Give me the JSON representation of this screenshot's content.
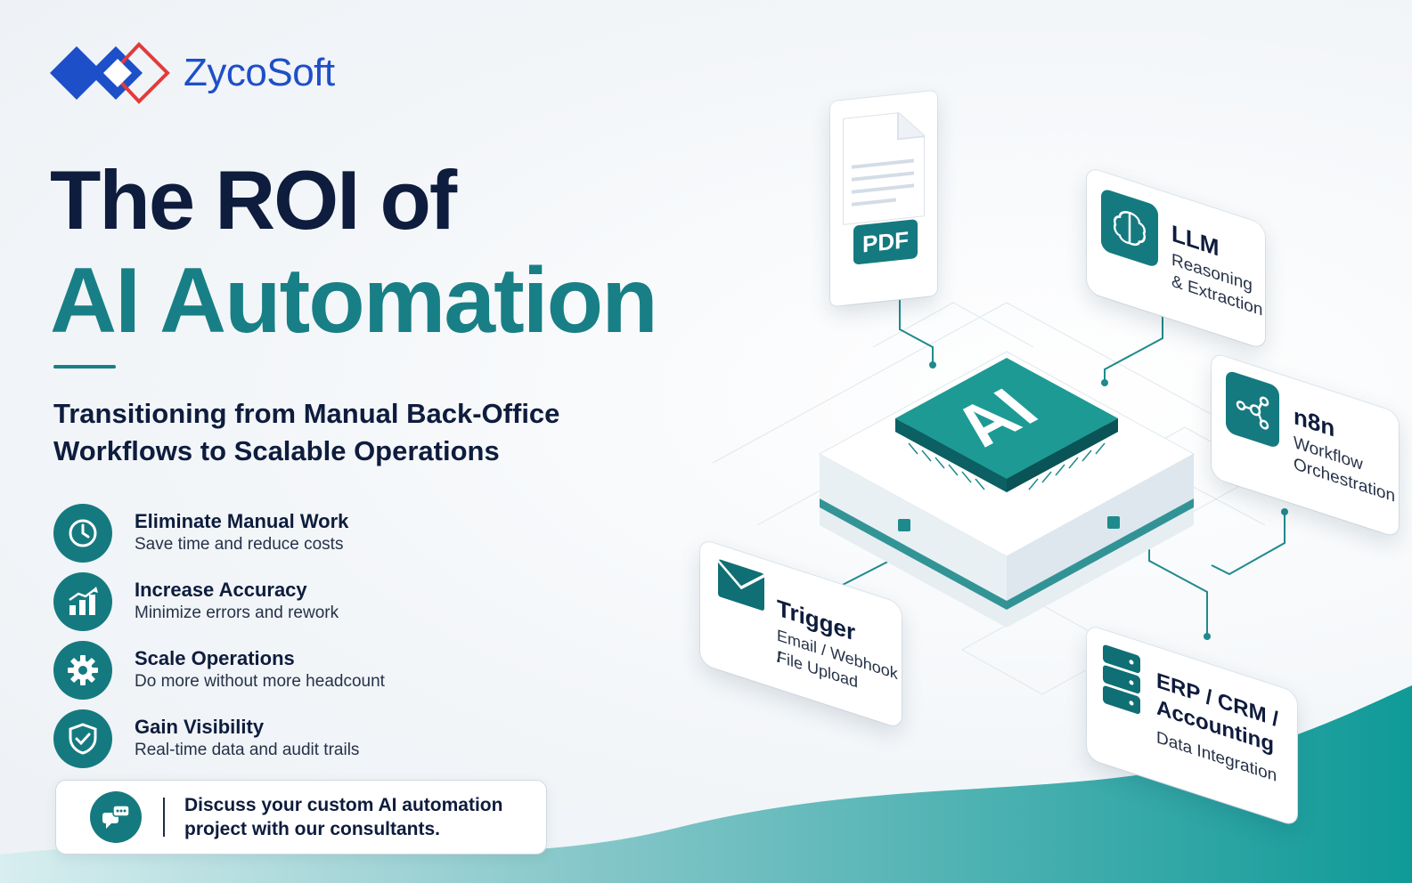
{
  "brand": {
    "name": "ZycoSoft",
    "primary_color": "#1d4fc8",
    "accent_color": "#e23b3b",
    "teal_color": "#157a80"
  },
  "headline": {
    "line1": "The ROI of",
    "line2": "AI Automation"
  },
  "subheadline": "Transitioning from Manual Back-Office Workflows to Scalable Operations",
  "benefits": [
    {
      "icon": "clock-icon",
      "title": "Eliminate Manual Work",
      "desc": "Save time and reduce costs"
    },
    {
      "icon": "bar-chart-icon",
      "title": "Increase Accuracy",
      "desc": "Minimize errors and rework"
    },
    {
      "icon": "gear-icon",
      "title": "Scale Operations",
      "desc": "Do more without more headcount"
    },
    {
      "icon": "shield-check-icon",
      "title": "Gain Visibility",
      "desc": "Real-time data and audit trails"
    }
  ],
  "cta": {
    "icon": "chat-bubbles-icon",
    "text": "Discuss your custom AI automation project with our consultants."
  },
  "diagram": {
    "chip_label": "AI",
    "pdf_label": "PDF",
    "llm": {
      "title": "LLM",
      "line1": "Reasoning",
      "line2": "& Extraction"
    },
    "n8n": {
      "title": "n8n",
      "line1": "Workflow",
      "line2": "Orchestration"
    },
    "trigger": {
      "title": "Trigger",
      "line1": "Email / Webhook /",
      "line2": "File Upload"
    },
    "erp": {
      "title": "ERP / CRM /",
      "title2": "Accounting",
      "line1": "Data Integration"
    }
  }
}
